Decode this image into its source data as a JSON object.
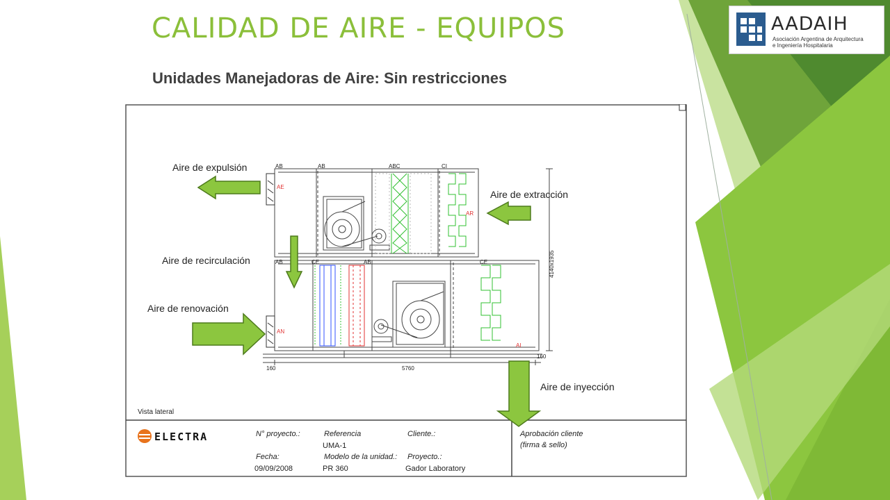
{
  "slide": {
    "title": "CALIDAD DE AIRE - EQUIPOS",
    "subtitle": "Unidades Manejadoras de Aire: Sin restricciones"
  },
  "logo": {
    "name": "AADAIH",
    "line1": "Asociación Argentina de Arquitectura",
    "line2": "e Ingeniería Hospitalaria"
  },
  "labels": {
    "expulsion": "Aire de expulsión",
    "extraccion": "Aire de extracción",
    "recirculacion": "Aire de recirculación",
    "renovacion": "Aire de renovación",
    "inyeccion": "Aire de inyección"
  },
  "drawing": {
    "view_label": "Vista lateral",
    "dim_left": "160",
    "dim_total": "5760",
    "dim_right": "160",
    "dim_height": "4140x1935",
    "sections_top": [
      "AB",
      "AB",
      "ABC",
      "CI"
    ],
    "sections_bottom": [
      "AB",
      "CE",
      "AB",
      "CE"
    ],
    "tag_ae": "AE",
    "tag_ar": "AR",
    "tag_an": "AN",
    "tag_ai": "AI"
  },
  "title_block": {
    "brand": "ELECTRA",
    "proyecto_label": "N° proyecto.:",
    "referencia_label": "Referencia",
    "referencia_value": "UMA-1",
    "cliente_label": "Cliente.:",
    "fecha_label": "Fecha:",
    "fecha_value": "09/09/2008",
    "modelo_label": "Modelo de la unidad.:",
    "modelo_value": "PR 360",
    "proyecto2_label": "Proyecto.:",
    "proyecto2_value": "Gador Laboratory",
    "aprobacion_label": "Aprobación cliente",
    "aprobacion_sub": "(firma & sello)"
  },
  "colors": {
    "title": "#8bbf3a",
    "arrow_fill": "#8cc63f",
    "arrow_stroke": "#4d7a1c",
    "deco_dark": "#5f9132",
    "deco_mid": "#8cc63f",
    "deco_light": "#c6e29a"
  }
}
